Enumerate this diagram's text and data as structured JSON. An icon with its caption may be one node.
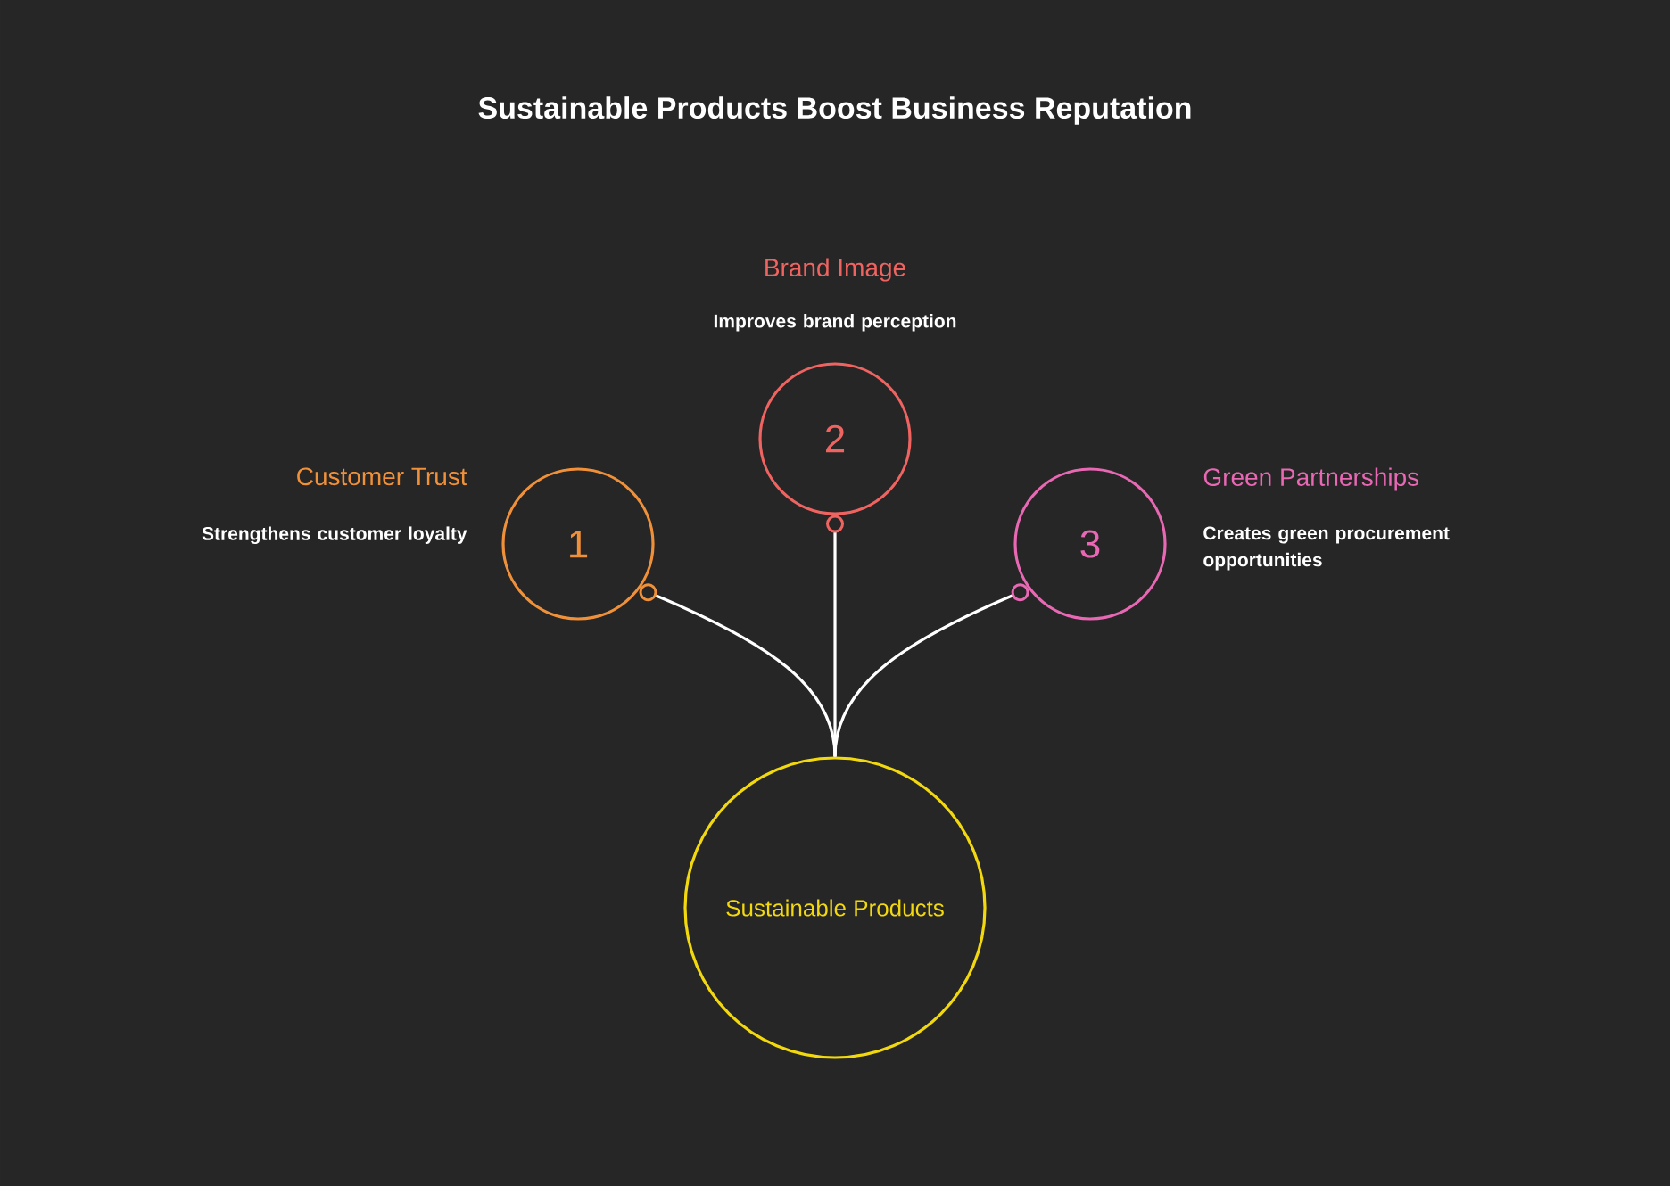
{
  "diagram": {
    "title": "Sustainable Products Boost Business Reputation",
    "nodes": [
      {
        "text": [
          "Sustainable Products"
        ]
      },
      {
        "text": [
          "1"
        ],
        "beside": [
          "Customer Trust",
          "Strengthens customer loyalty"
        ]
      },
      {
        "text": [
          "2"
        ],
        "beside": [
          "Brand Image",
          "Improves brand perception"
        ]
      },
      {
        "text": [
          "3"
        ],
        "beside": [
          "Green Partnerships",
          "Creates green procurement opportunities"
        ]
      }
    ],
    "edges": [
      {
        "from": 0,
        "to": 1,
        "arrow": "other"
      },
      {
        "from": 0,
        "to": 2,
        "arrow": "other"
      },
      {
        "from": 0,
        "to": 3,
        "arrow": "other"
      }
    ]
  }
}
